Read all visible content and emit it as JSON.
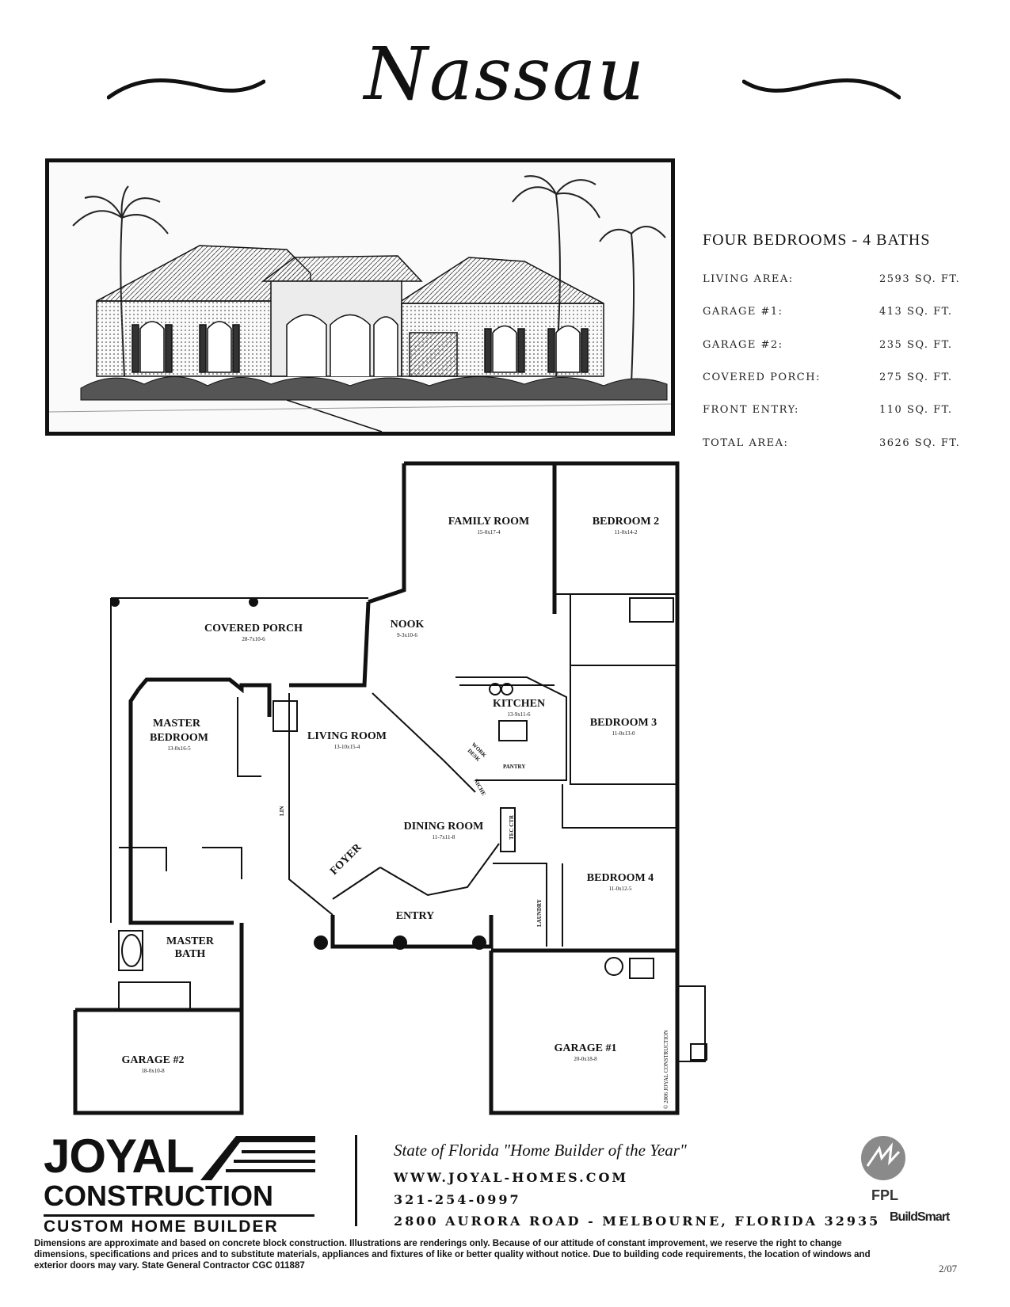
{
  "header": {
    "title": "Nassau"
  },
  "specs": {
    "heading": "FOUR BEDROOMS - 4 BATHS",
    "rows": [
      {
        "label": "LIVING AREA:",
        "value": "2593 SQ. FT."
      },
      {
        "label": "GARAGE #1:",
        "value": "413 SQ. FT."
      },
      {
        "label": "GARAGE #2:",
        "value": "235 SQ. FT."
      },
      {
        "label": "COVERED PORCH:",
        "value": "275 SQ. FT."
      },
      {
        "label": "FRONT ENTRY:",
        "value": "110 SQ. FT."
      },
      {
        "label": "TOTAL AREA:",
        "value": "3626 SQ. FT."
      }
    ]
  },
  "plan": {
    "rooms": {
      "family_room": {
        "name": "FAMILY ROOM",
        "dims": "15-0x17-4"
      },
      "bedroom2": {
        "name": "BEDROOM 2",
        "dims": "11-0x14-2"
      },
      "covered_porch": {
        "name": "COVERED PORCH",
        "dims": "28-7x10-6"
      },
      "nook": {
        "name": "NOOK",
        "dims": "9-3x10-6"
      },
      "master_bedroom_line1": "MASTER",
      "master_bedroom_line2": "BEDROOM",
      "master_bedroom_dims": "13-0x16-5",
      "living_room": {
        "name": "LIVING ROOM",
        "dims": "13-10x15-4"
      },
      "kitchen": {
        "name": "KITCHEN",
        "dims": "13-9x11-6"
      },
      "bedroom3": {
        "name": "BEDROOM 3",
        "dims": "11-0x13-0"
      },
      "work_desk_line1": "WORK",
      "work_desk_line2": "DESK",
      "pantry": "PANTRY",
      "niche": "NICHE",
      "lin": "LIN",
      "tec_ctr": "TEC CTR",
      "dining_room": {
        "name": "DINING ROOM",
        "dims": "11-7x11-8"
      },
      "foyer": "FOYER",
      "bedroom4": {
        "name": "BEDROOM 4",
        "dims": "11-0x12-5"
      },
      "laundry": "LAUNDRY",
      "entry": "ENTRY",
      "master_bath_line1": "MASTER",
      "master_bath_line2": "BATH",
      "garage1": {
        "name": "GARAGE #1",
        "dims": "20-0x18-8"
      },
      "garage2": {
        "name": "GARAGE #2",
        "dims": "18-0x10-8"
      }
    },
    "copyright": "© 2006 JOYAL CONSTRUCTION"
  },
  "footer": {
    "logo_line1": "JOYAL",
    "logo_line2": "CONSTRUCTION",
    "logo_tagline": "CUSTOM HOME BUILDER",
    "award": "State of Florida \"Home Builder of the Year\"",
    "website": "WWW.JOYAL-HOMES.COM",
    "phone": "321-254-0997",
    "address": "2800 AURORA ROAD - MELBOURNE, FLORIDA 32935",
    "fpl": "FPL",
    "buildsmart": "BuildSmart",
    "disclaimer": "Dimensions are approximate and based on concrete block construction. Illustrations are renderings only. Because of our attitude of constant improvement, we reserve the right to change dimensions, specifications and prices and to substitute materials, appliances and fixtures of like or better quality without notice. Due to building code requirements, the location of windows and exterior doors may vary. State General Contractor CGC 011887",
    "date_code": "2/07"
  },
  "colors": {
    "ink": "#111111",
    "paper": "#ffffff",
    "fpl_gray": "#8a8a8a"
  }
}
